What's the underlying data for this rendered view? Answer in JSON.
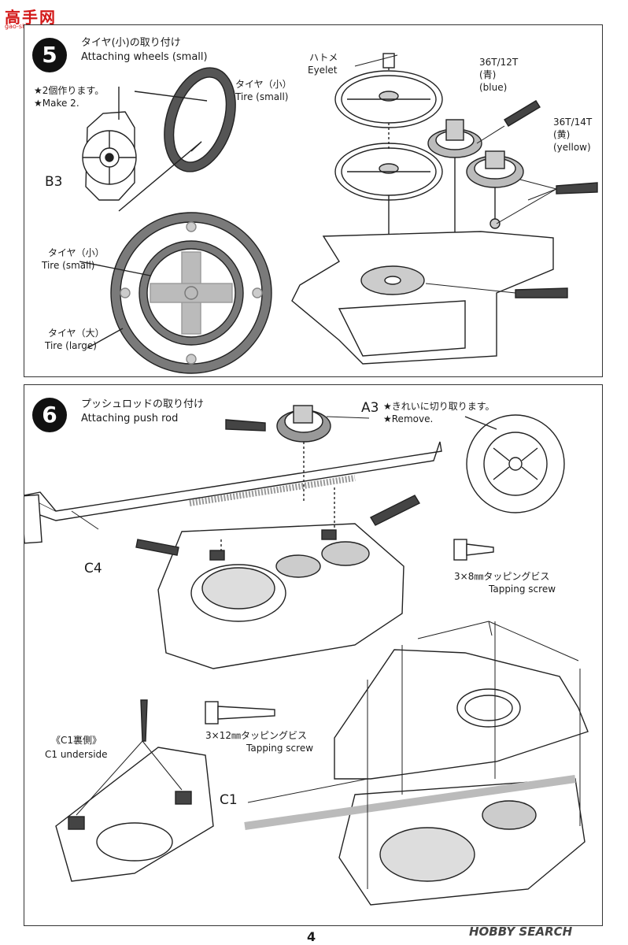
{
  "watermark": {
    "logo": "高手网",
    "url": "gao-shou.com"
  },
  "step5": {
    "number": "5",
    "title_jp": "タイヤ(小)の取り付け",
    "title_en": "Attaching wheels (small)",
    "note_jp": "★2個作ります。",
    "note_en": "★Make 2.",
    "part_b3": "B3",
    "tire_small_top_jp": "タイヤ（小）",
    "tire_small_top_en": "Tire (small)",
    "tire_small_jp": "タイヤ（小）",
    "tire_small_en": "Tire (small)",
    "tire_large_jp": "タイヤ（大）",
    "tire_large_en": "Tire (large)",
    "eyelet_jp": "ハトメ",
    "eyelet_en": "Eyelet",
    "gear1_spec": "36T/12T",
    "gear1_color_jp": "(青)",
    "gear1_color_en": "(blue)",
    "gear2_spec": "36T/14T",
    "gear2_color_jp": "(黄)",
    "gear2_color_en": "(yellow)"
  },
  "step6": {
    "number": "6",
    "title_jp": "プッシュロッドの取り付け",
    "title_en": "Attaching push rod",
    "part_a3": "A3",
    "remove_jp": "★きれいに切り取ります。",
    "remove_en": "★Remove.",
    "part_c4": "C4",
    "screw_small_jp": "3×8㎜タッピングビス",
    "screw_small_en": "Tapping screw",
    "screw_large_jp": "3×12㎜タッピングビス",
    "screw_large_en": "Tapping screw",
    "c1_under_jp": "《C1裏側》",
    "c1_under_en": "C1 underside",
    "part_c1": "C1"
  },
  "footer": {
    "page_number": "4",
    "source_logo": "HOBBY SEARCH"
  }
}
